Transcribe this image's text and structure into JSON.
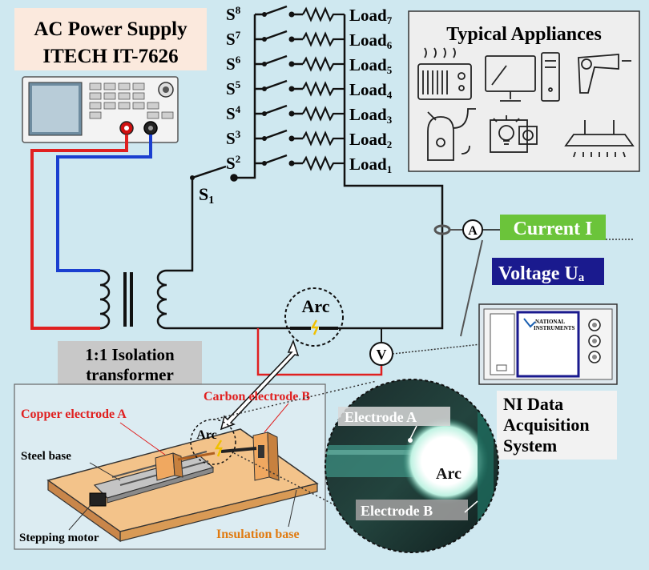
{
  "title": {
    "line1": "AC Power Supply",
    "line2": "ITECH IT-7626"
  },
  "switches": {
    "s1": "S",
    "s1_sub": "1",
    "labels": [
      "S",
      "S",
      "S",
      "S",
      "S",
      "S",
      "S"
    ],
    "subs": [
      "8",
      "7",
      "6",
      "5",
      "4",
      "3",
      "2"
    ]
  },
  "loads": {
    "base": "Load",
    "subs": [
      "7",
      "6",
      "5",
      "4",
      "3",
      "2",
      "1"
    ]
  },
  "appliances": {
    "title": "Typical Appliances"
  },
  "meters": {
    "ammeter": "A",
    "voltmeter": "V",
    "current_label": "Current I",
    "voltage_label": "Voltage U",
    "voltage_sub": "a"
  },
  "arc": {
    "label": "Arc"
  },
  "transformer": {
    "line1": "1:1 Isolation",
    "line2": "transformer"
  },
  "daq": {
    "brand1": "NATIONAL",
    "brand2": "INSTRUMENTS",
    "line1": "NI Data",
    "line2": "Acquisition",
    "line3": "System"
  },
  "setup": {
    "copper": "Copper electrode A",
    "carbon": "Carbon electrode B",
    "steel": "Steel base",
    "motor": "Stepping motor",
    "insulation": "Insulation base",
    "arc_small": "Arc"
  },
  "photo": {
    "electrode_a": "Electrode A",
    "electrode_b": "Electrode B",
    "arc": "Arc"
  },
  "colors": {
    "background": "#cfe8f0",
    "red_wire": "#e02020",
    "blue_wire": "#1a3fd0",
    "current_bg": "#6bc43a",
    "voltage_bg": "#1a1a8e",
    "label_red": "#e02020",
    "label_orange": "#e07a10"
  }
}
